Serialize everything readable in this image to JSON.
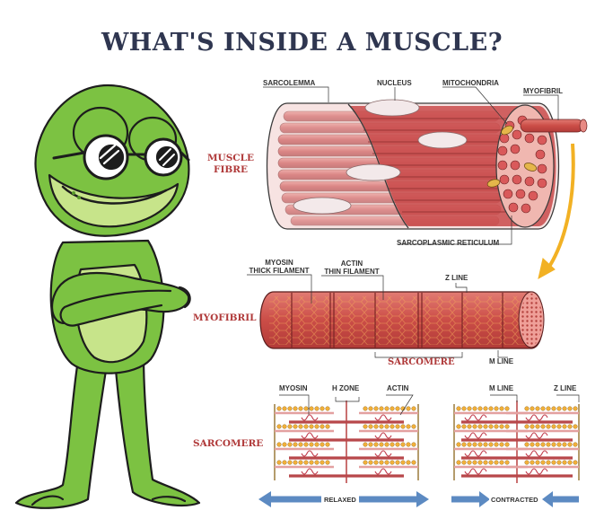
{
  "title": "WHAT'S INSIDE A MUSCLE?",
  "sections": {
    "muscle_fibre": [
      "MUSCLE",
      "FIBRE"
    ],
    "myofibril": "MYOFIBRIL",
    "sarcomere": "SARCOMERE"
  },
  "fibre_labels": {
    "sarcolemma": "SARCOLEMMA",
    "nucleus": "NUCLEUS",
    "mitochondria": "MITOCHONDRIA",
    "myofibril": "MYOFIBRIL",
    "sarcoplasmic_reticulum": "SARCOPLASMIC RETICULUM"
  },
  "myofibril_labels": {
    "myosin": [
      "MYOSIN",
      "THICK FILAMENT"
    ],
    "actin": [
      "ACTIN",
      "THIN FILAMENT"
    ],
    "z_line": "Z LINE",
    "sarcomere": "SARCOMERE",
    "m_line": "M LINE"
  },
  "sarcomere_labels": {
    "myosin": "MYOSIN",
    "h_zone": "H ZONE",
    "actin": "ACTIN",
    "m_line": "M LINE",
    "z_line": "Z LINE",
    "relaxed": "RELAXED",
    "contracted": "CONTRACTED"
  },
  "colors": {
    "title": "#2f3650",
    "section": "#b03a3a",
    "frog_green": "#7cc242",
    "frog_light": "#c7e48a",
    "muscle_red": "#c94a4a",
    "muscle_light": "#e88a84",
    "arrow_orange": "#f2b124",
    "arrow_blue": "#5c8ac2",
    "bead": "#f1b03a"
  }
}
